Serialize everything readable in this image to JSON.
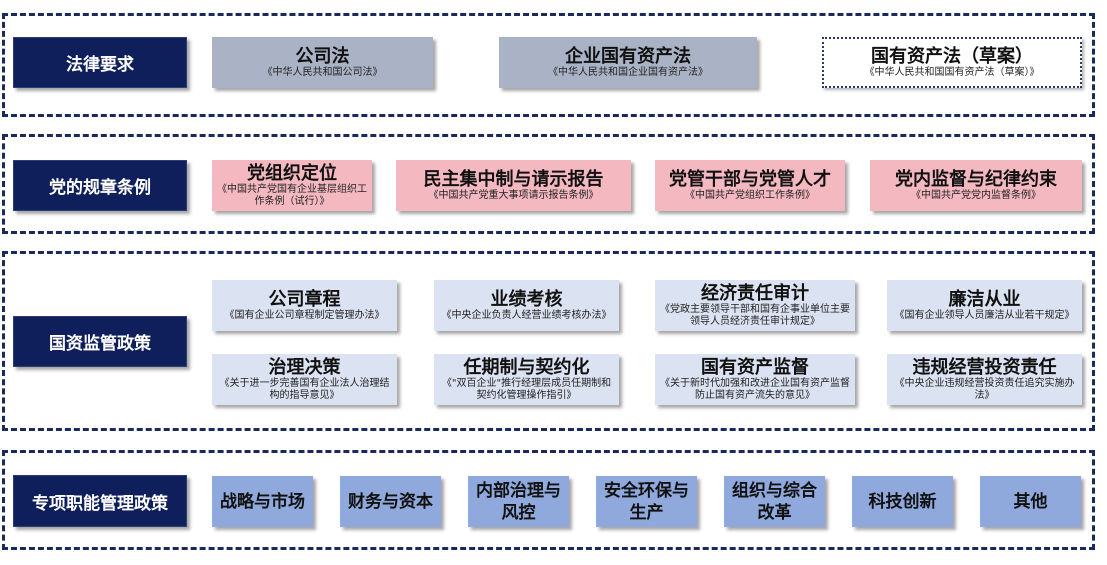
{
  "sections": [
    {
      "category": "法律要求",
      "items": [
        {
          "title": "公司法",
          "subtitle": "《中华人民共和国公司法》"
        },
        {
          "title": "企业国有资产法",
          "subtitle": "《中华人民共和国企业国有资产法》"
        },
        {
          "title": "国有资产法（草案）",
          "subtitle": "《中华人民共和国国有资产法（草案）》"
        }
      ]
    },
    {
      "category": "党的规章条例",
      "items": [
        {
          "title": "党组织定位",
          "subtitle": "《中国共产党国有企业基层组织工作条例（试行）》"
        },
        {
          "title": "民主集中制与请示报告",
          "subtitle": "《中国共产党重大事项请示报告条例》"
        },
        {
          "title": "党管干部与党管人才",
          "subtitle": "《中国共产党组织工作条例》"
        },
        {
          "title": "党内监督与纪律约束",
          "subtitle": "《中国共产党党内监督条例》"
        }
      ]
    },
    {
      "category": "国资监管政策",
      "items": [
        {
          "title": "公司章程",
          "subtitle": "《国有企业公司章程制定管理办法》"
        },
        {
          "title": "业绩考核",
          "subtitle": "《中央企业负责人经营业绩考核办法》"
        },
        {
          "title": "经济责任审计",
          "subtitle": "《党政主要领导干部和国有企事业单位主要领导人员经济责任审计规定》"
        },
        {
          "title": "廉洁从业",
          "subtitle": "《国有企业领导人员廉洁从业若干规定》"
        },
        {
          "title": "治理决策",
          "subtitle": "《关于进一步完善国有企业法人治理结构的指导意见》"
        },
        {
          "title": "任期制与契约化",
          "subtitle": "《\"双百企业\"推行经理层成员任期制和契约化管理操作指引》"
        },
        {
          "title": "国有资产监督",
          "subtitle": "《关于新时代加强和改进企业国有资产监督防止国有资产流失的意见》"
        },
        {
          "title": "违规经营投资责任",
          "subtitle": "《中央企业违规经营投资责任追究实施办法》"
        }
      ]
    },
    {
      "category": "专项职能管理政策",
      "items": [
        {
          "title": "战略与市场"
        },
        {
          "title": "财务与资本"
        },
        {
          "title": "内部治理与风控"
        },
        {
          "title": "安全环保与生产"
        },
        {
          "title": "组织与综合改革"
        },
        {
          "title": "科技创新"
        },
        {
          "title": "其他"
        }
      ]
    }
  ],
  "colors": {
    "category_bg": "#0f1f5c",
    "law_box": "#aab3c5",
    "party_box": "#f4b8c0",
    "sasac_box": "#dbe2f1",
    "function_box": "#8fa9dd",
    "dashed_border": "#1b2a5c"
  }
}
